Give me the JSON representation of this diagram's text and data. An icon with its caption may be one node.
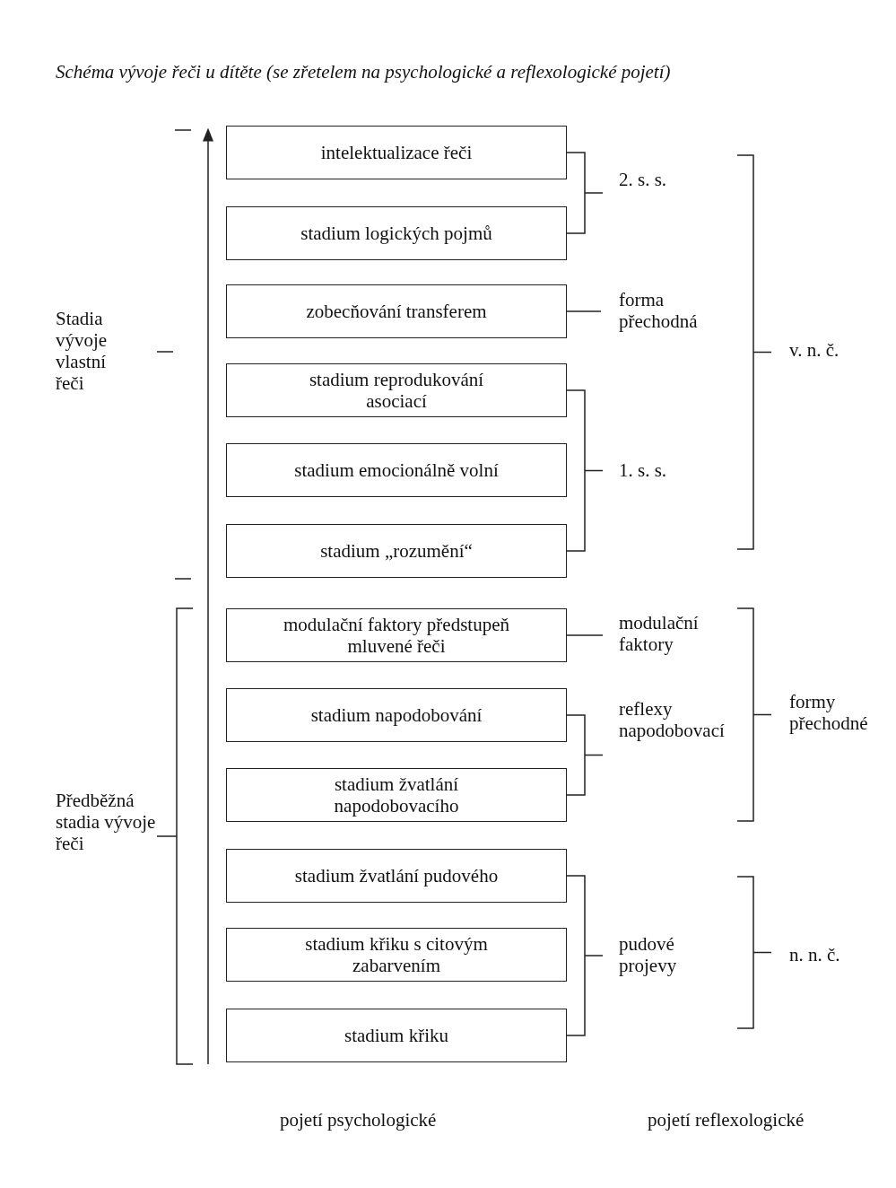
{
  "diagram": {
    "title": "Schéma vývoje řeči u dítěte (se zřetelem na psychologické a reflexologické pojetí)",
    "nodes": [
      {
        "text": [
          "intelektualizace řeči"
        ]
      },
      {
        "text": [
          "stadium logických pojmů"
        ]
      },
      {
        "text": [
          "zobecňování transferem"
        ]
      },
      {
        "text": [
          "stadium reprodukování asociací"
        ]
      },
      {
        "text": [
          "stadium emocionálně volní"
        ]
      },
      {
        "text": [
          "stadium „rozumění“"
        ]
      },
      {
        "text": [
          "modulační faktory předstupeň mluvené řeči"
        ]
      },
      {
        "text": [
          "stadium napodobování"
        ]
      },
      {
        "text": [
          "stadium žvatlání napodobovacího"
        ]
      },
      {
        "text": [
          "stadium žvatlání pudového"
        ]
      },
      {
        "text": [
          "stadium křiku s citovým zabarvením"
        ]
      },
      {
        "text": [
          "stadium křiku"
        ]
      }
    ],
    "labels": [
      "2. s. s.",
      "forma přechodná",
      "Stadia vývoje vlastní řeči",
      "v. n. č.",
      "1. s. s.",
      "modulační faktory",
      "formy přechodné",
      "reflexy napodobovací",
      "Předběžná stadia vývoje řeči",
      "pudové projevy",
      "n. n. č.",
      "pojetí psychologické",
      "pojetí reflexologické"
    ]
  }
}
